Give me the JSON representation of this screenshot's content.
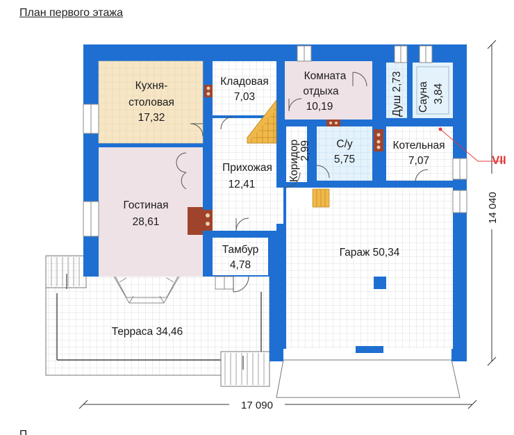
{
  "header": {
    "title": "План первого этажа"
  },
  "colors": {
    "wall": "#1e6fd1",
    "kitchen": "#f6e6c6",
    "pink": "#efe2e6",
    "light": "#e8f3fb",
    "stair": "#f0b84a",
    "fireplace": "#a0432c"
  },
  "rooms": [
    {
      "id": "kitchen",
      "name1": "Кухня-",
      "name2": "столовая",
      "area": "17,32"
    },
    {
      "id": "pantry",
      "name": "Кладовая",
      "area": "7,03"
    },
    {
      "id": "rest",
      "name1": "Комната",
      "name2": "отдыха",
      "area": "10,19"
    },
    {
      "id": "shower",
      "name": "Душ",
      "area": "2,73"
    },
    {
      "id": "sauna",
      "name": "Сауна",
      "area": "3,84"
    },
    {
      "id": "corridor",
      "name": "Коридор",
      "area": "2,99"
    },
    {
      "id": "wc",
      "name": "С/у",
      "area": "5,75"
    },
    {
      "id": "boiler",
      "name": "Котельная",
      "area": "7,07"
    },
    {
      "id": "hall",
      "name": "Прихожая",
      "area": "12,41"
    },
    {
      "id": "living",
      "name": "Гостиная",
      "area": "28,61"
    },
    {
      "id": "vestibule",
      "name": "Тамбур",
      "area": "4,78"
    },
    {
      "id": "garage",
      "name": "Гараж 50,34"
    },
    {
      "id": "terrace",
      "name": "Терраса 34,46"
    }
  ],
  "dimensions": {
    "width": "17 090",
    "height": "14 040"
  },
  "watermark": "VII",
  "footer_glyph": "П"
}
